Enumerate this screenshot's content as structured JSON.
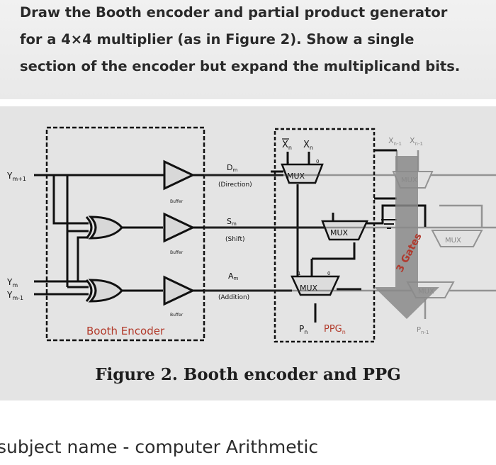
{
  "question": {
    "lines": [
      "Draw the Booth encoder and partial product generator",
      "for a 4×4 multiplier (as in Figure 2). Show a single",
      "section of the encoder but expand the multiplicand bits."
    ]
  },
  "figure": {
    "encoder_label": "Booth Encoder",
    "inputs": {
      "y_m_plus_1": "Y",
      "y_m_plus_1_sub": "m+1",
      "y_m": "Y",
      "y_m_sub": "m",
      "y_m_minus_1": "Y",
      "y_m_minus_1_sub": "m-1"
    },
    "buffer_label": "Buffer",
    "signals": {
      "d": "D",
      "d_sub": "m",
      "d_desc": "(Direction)",
      "s": "S",
      "s_sub": "m",
      "s_desc": "(Shift)",
      "a": "A",
      "a_sub": "m",
      "a_desc": "(Addition)"
    },
    "ppg": {
      "mux_label": "MUX",
      "x_top": "X",
      "x_top_sub": "n",
      "x_top_prev_sub": "n-1",
      "pp_output": "P",
      "pp_output_sub": "n",
      "ppg_label": "PPG",
      "ppg_label_sub": "n",
      "pp_next_sub": "n-1",
      "mux_input_1": "1",
      "mux_input_0": "0"
    },
    "overlay_label": "3 Gates",
    "colors": {
      "arrow": "#8a8a8a",
      "label_red": "#b23a2a",
      "overlay": "#b03a2e",
      "ink": "#111111"
    }
  },
  "caption": "Figure 2. Booth encoder and PPG",
  "subject": "subject name - computer Arithmetic"
}
